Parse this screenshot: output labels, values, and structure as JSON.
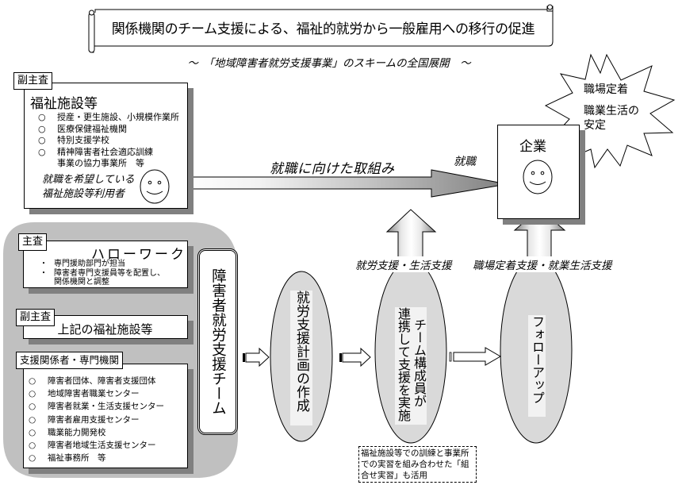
{
  "title": "関係機関のチーム支援による、福祉的就労から一般雇用への移行の促進",
  "subtitle": "～　「地域障害者就労支援事業」のスキームの全国展開　～",
  "welfare": {
    "tag": "副主査",
    "heading": "福祉施設等",
    "bullet": "○",
    "items": [
      "授産・更生施設、小規模作業所",
      "医療保健福祉機関",
      "特別支援学校",
      "精神障害者社会適応訓練"
    ],
    "items_cont": "事業の協力事業所　等",
    "user_line1": "就職を希望している",
    "user_line2": "福祉施設等利用者"
  },
  "main_arrow": {
    "label": "就職に向けた取組み",
    "end_label": "就職"
  },
  "company": {
    "heading": "企業"
  },
  "burst": {
    "line1": "職場定着",
    "line2": "職業生活の",
    "line3": "安定"
  },
  "hellowork": {
    "tag": "主査",
    "heading": "ハローワーク",
    "bullet": "・",
    "items": [
      "専門援助部門が担当",
      "障害者専門支援員等を配置し、"
    ],
    "items_cont": "関係機関と調整"
  },
  "welfare_sub": {
    "tag": "副主査",
    "text": "上記の福祉施設等"
  },
  "support": {
    "tag": "支援関係者・専門機関",
    "bullet": "○",
    "items": [
      "障害者団体、障害者支援団体",
      "地域障害者職業センター",
      "障害者就業・生活支援センター",
      "障害者雇用支援センター",
      "職業能力開発校",
      "障害者地域生活支援センター",
      "福祉事務所　等"
    ]
  },
  "team": {
    "label": "障害者就労支援チーム"
  },
  "steps": [
    {
      "label": "就労支援計画の作成"
    },
    {
      "label_col1": "チーム構成員が",
      "label_col2": "連携して支援を実施"
    },
    {
      "label": "フォローアップ"
    }
  ],
  "up_arrows": [
    {
      "label": "就労支援・生活支援"
    },
    {
      "label": "職場定着支援・就業生活支援"
    }
  ],
  "note": "福祉施設等での訓練と事業所での実習を組み合わせた「組合せ実習」も活用",
  "colors": {
    "panel_gray": "#c0c0c0",
    "shadow": "#808080",
    "ellipse_fill": "#d9d9d9",
    "ellipse_label_bg": "#f2f2f2"
  }
}
